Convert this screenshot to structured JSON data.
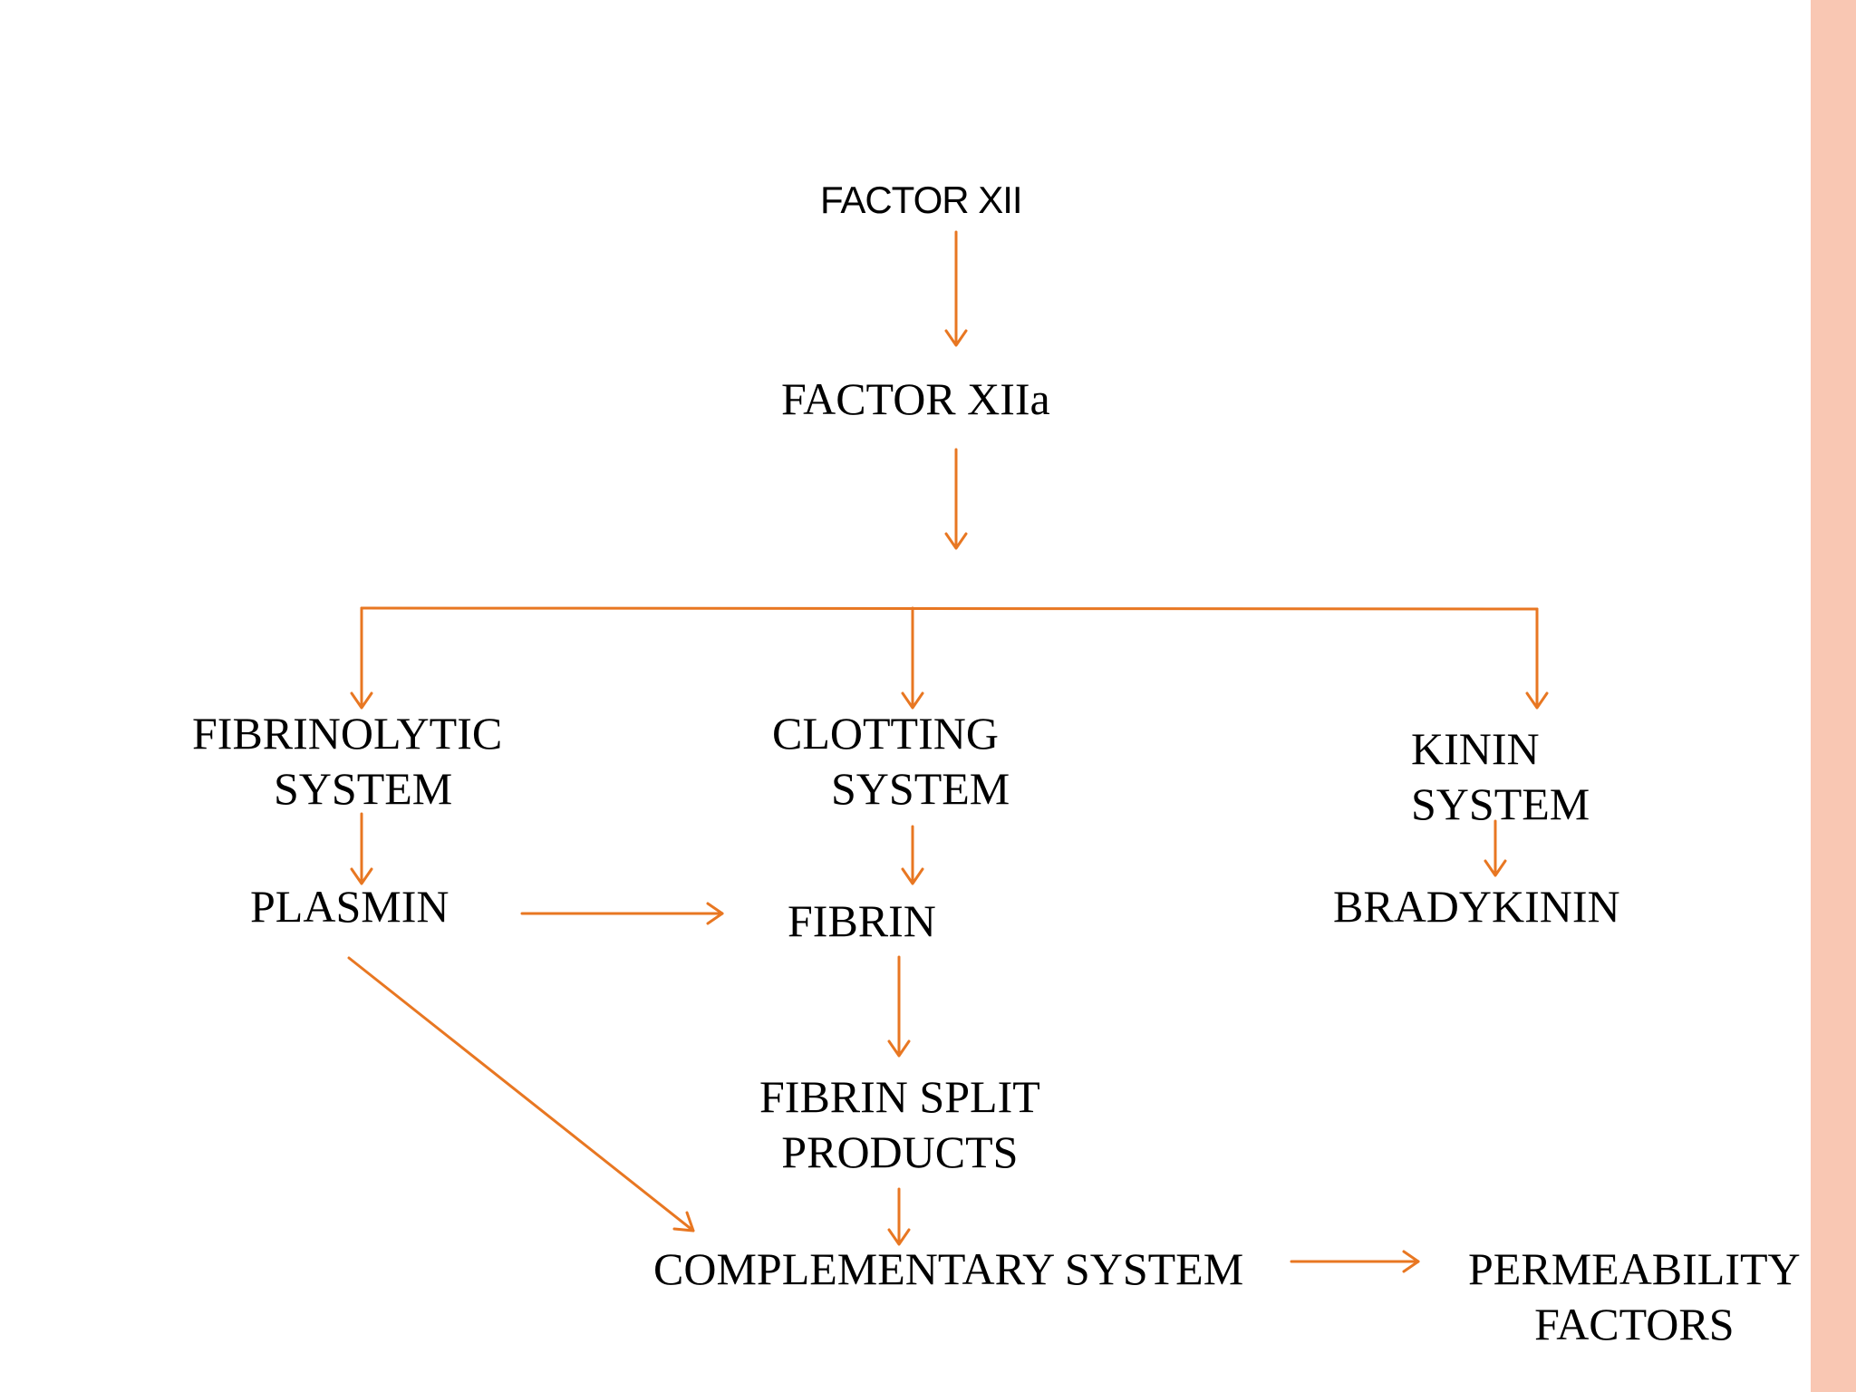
{
  "colors": {
    "arrow": "#E87722",
    "side_band": "#F9C7B3",
    "text": "#000000",
    "background": "#FFFFFF"
  },
  "nodes": {
    "factor_xii": "FACTOR XII",
    "factor_xiia": "FACTOR XIIa",
    "fibrinolytic": [
      "FIBRINOLYTIC",
      "SYSTEM"
    ],
    "clotting": [
      "CLOTTING",
      "SYSTEM"
    ],
    "kinin": [
      "KININ",
      "SYSTEM"
    ],
    "plasmin": "PLASMIN",
    "fibrin": "FIBRIN",
    "bradykinin": "BRADYKININ",
    "fibrin_split": [
      "FIBRIN SPLIT",
      "PRODUCTS"
    ],
    "complementary": "COMPLEMENTARY SYSTEM",
    "permeability": [
      "PERMEABILITY",
      "FACTORS"
    ]
  }
}
